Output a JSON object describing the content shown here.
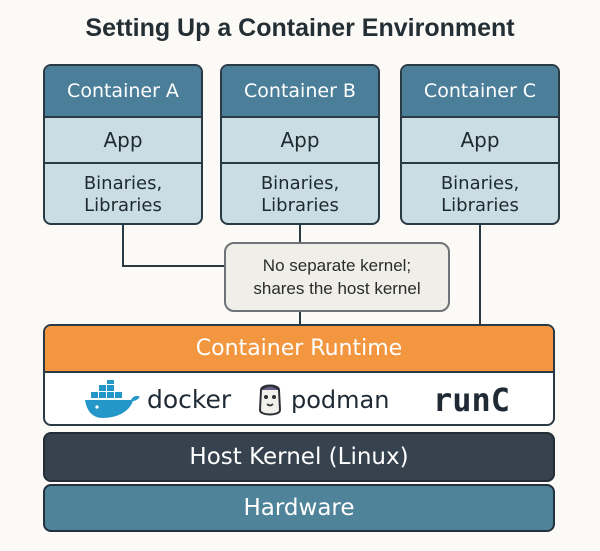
{
  "title": "Setting Up a Container Environment",
  "containers": [
    {
      "name": "Container A",
      "app": "App",
      "libs": "Binaries,\nLibraries"
    },
    {
      "name": "Container B",
      "app": "App",
      "libs": "Binaries,\nLibraries"
    },
    {
      "name": "Container C",
      "app": "App",
      "libs": "Binaries,\nLibraries"
    }
  ],
  "note": "No separate kernel;\nshares the host kernel",
  "runtime": {
    "label": "Container Runtime",
    "logos": [
      {
        "icon": "docker-whale-icon",
        "text": "docker"
      },
      {
        "icon": "podman-seal-icon",
        "text": "podman"
      },
      {
        "icon": "",
        "text": "runC"
      }
    ]
  },
  "kernel": "Host Kernel (Linux)",
  "hardware": "Hardware",
  "colors": {
    "container_header": "#4a7e99",
    "container_body": "#c9dde3",
    "runtime_header": "#f2973f",
    "kernel": "#36434f",
    "hardware": "#4f839a",
    "outline": "#2a3a45"
  }
}
